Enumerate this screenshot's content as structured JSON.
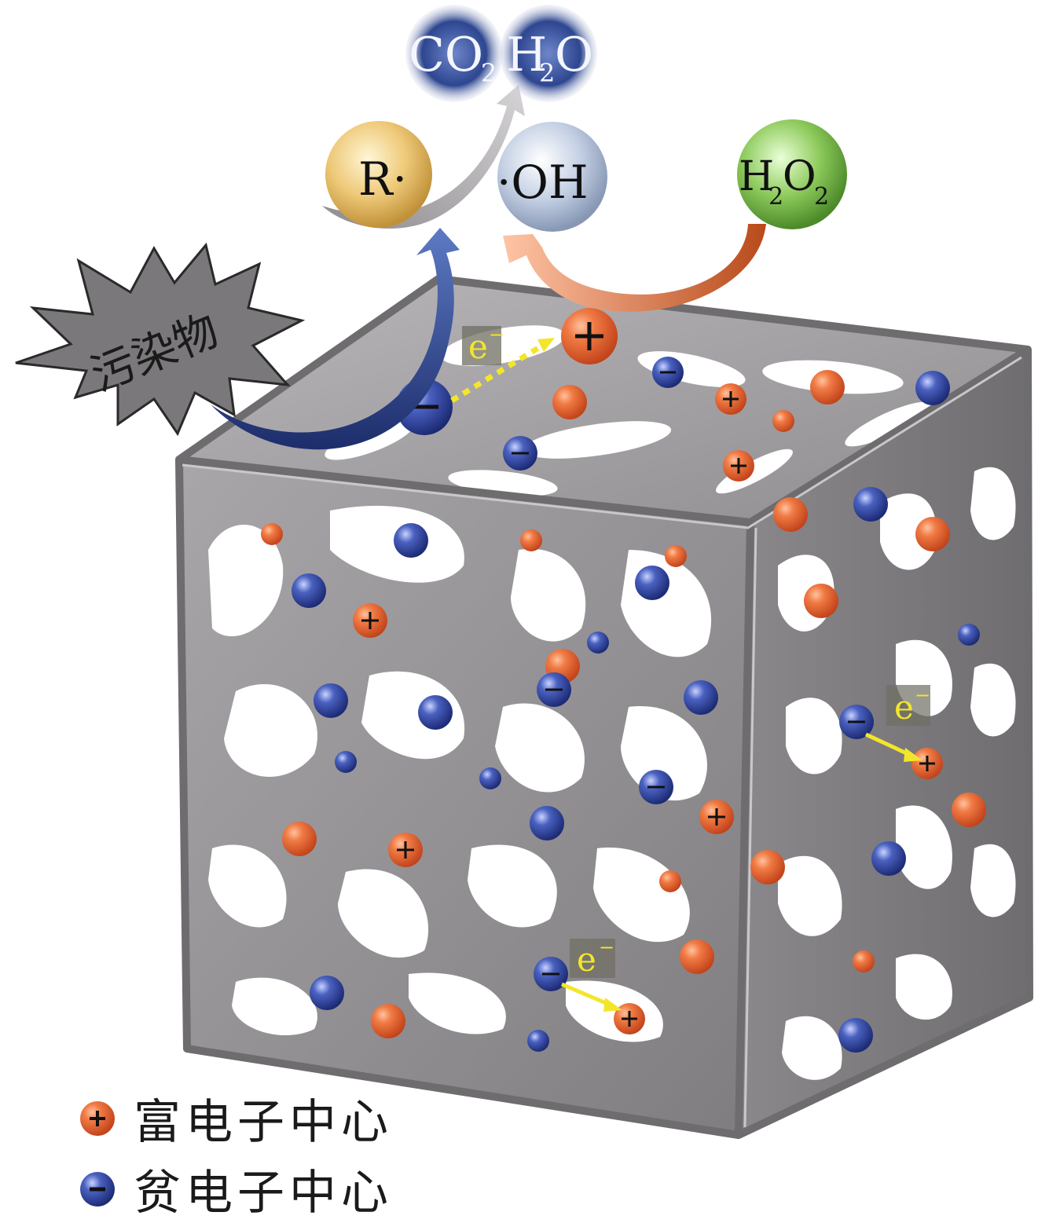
{
  "molecules": {
    "co2": "CO",
    "co2_sub": "2",
    "h2o_h": "H",
    "h2o_sub": "2",
    "h2o_o": "O",
    "radical_r": "R·",
    "hydroxyl": "·OH",
    "h2o2_h": "H",
    "h2o2_sub1": "2",
    "h2o2_o": "O",
    "h2o2_sub2": "2"
  },
  "pollutant_label": "污染物",
  "electron_label": "e",
  "electron_sup": "−",
  "legend": [
    {
      "symbol": "+",
      "label": "富电子中心",
      "color": "#e8642e"
    },
    {
      "symbol": "−",
      "label": "贫电子中心",
      "color": "#3a4fa6"
    }
  ],
  "colors": {
    "rich_center": "#e8642e",
    "poor_center": "#3a4fa6",
    "framework": "#8e8c8e",
    "electron_arrow": "#f3e62a",
    "radical_r_ball": "#e6c36a",
    "hydroxyl_ball": "#b9c8de",
    "h2o2_ball": "#7fbf4a",
    "product_ball": "#2d4690"
  }
}
